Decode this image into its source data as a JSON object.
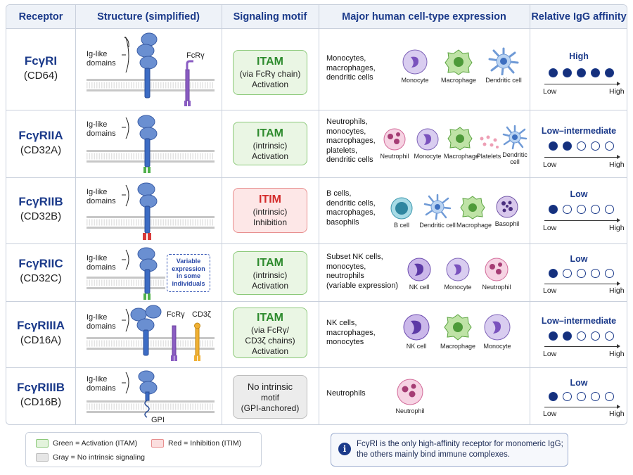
{
  "headers": {
    "receptor": "Receptor",
    "structure": "Structure (simplified)",
    "motif": "Signaling motif",
    "expression": "Major human cell-type expression",
    "affinity": "Relative IgG affinity"
  },
  "common": {
    "ig_label_line1": "Ig-like",
    "ig_label_line2": "domains",
    "low": "Low",
    "high": "High",
    "fcr_gamma": "FcRγ",
    "cd3_zeta": "CD3ζ",
    "gpi": "GPI"
  },
  "rows": [
    {
      "name": "FcγRI",
      "cd": "(CD64)",
      "motif_big": "ITAM",
      "motif_l1": "(via FcRγ chain)",
      "motif_l2": "Activation",
      "cells_text": [
        "Monocytes,",
        "macrophages,",
        "dendritic cells"
      ],
      "cells": [
        "Monocyte",
        "Macrophage",
        "Dendritic cell"
      ],
      "affinity": "High",
      "affinity_dots_filled": 5
    },
    {
      "name": "FcγRIIA",
      "cd": "(CD32A)",
      "motif_big": "ITAM",
      "motif_l1": "(intrinsic)",
      "motif_l2": "Activation",
      "cells_text": [
        "Neutrophils,",
        "monocytes,",
        "macrophages,",
        "platelets,",
        "dendritic cells"
      ],
      "cells": [
        "Neutrophil",
        "Monocyte",
        "Macrophage",
        "Platelets",
        "Dendritic",
        "cell"
      ],
      "affinity": "Low–intermediate",
      "affinity_dots_filled": 2
    },
    {
      "name": "FcγRIIB",
      "cd": "(CD32B)",
      "motif_big": "ITIM",
      "motif_l1": "(intrinsic)",
      "motif_l2": "Inhibition",
      "cells_text": [
        "B cells,",
        "dendritic cells,",
        "macrophages,",
        "basophils"
      ],
      "cells": [
        "B cell",
        "Dendritic cell",
        "Macrophage",
        "Basophil"
      ],
      "affinity": "Low",
      "affinity_dots_filled": 1
    },
    {
      "name": "FcγRIIC",
      "cd": "(CD32C)",
      "motif_big": "ITAM",
      "motif_l1": "(intrinsic)",
      "motif_l2": "Activation",
      "cells_text": [
        "Subset NK cells,",
        "monocytes,",
        "neutrophils",
        "(variable expression)"
      ],
      "cells": [
        "NK cell",
        "Monocyte",
        "Neutrophil"
      ],
      "variable_note": [
        "Variable",
        "expression",
        "in some",
        "individuals"
      ],
      "affinity": "Low",
      "affinity_dots_filled": 1
    },
    {
      "name": "FcγRIIIA",
      "cd": "(CD16A)",
      "motif_big": "ITAM",
      "motif_l1": "(via FcRγ/",
      "motif_l2": "CD3ζ chains)",
      "motif_l3": "Activation",
      "cells_text": [
        "NK cells,",
        "macrophages,",
        "monocytes"
      ],
      "cells": [
        "NK cell",
        "Macrophage",
        "Monocyte"
      ],
      "affinity": "Low–intermediate",
      "affinity_dots_filled": 2
    },
    {
      "name": "FcγRIIIB",
      "cd": "(CD16B)",
      "motif_big": "No intrinsic",
      "motif_l1": "motif",
      "motif_l2": "(GPI-anchored)",
      "cells_text": [
        "Neutrophils"
      ],
      "cells": [
        "Neutrophil"
      ],
      "affinity": "Low",
      "affinity_dots_filled": 1
    }
  ],
  "legend": {
    "green": "Green = Activation (ITAM)",
    "red": "Red = Inhibition (ITIM)",
    "gray": "Gray = No intrinsic signaling",
    "colors": {
      "green": "#e3f3dc",
      "red": "#fbdede",
      "gray": "#e6e6e6"
    }
  },
  "note": {
    "icon": "info-icon",
    "line1": "FcγRI is the only high-affinity receptor for monomeric IgG;",
    "line2": "the others mainly bind immune complexes."
  }
}
